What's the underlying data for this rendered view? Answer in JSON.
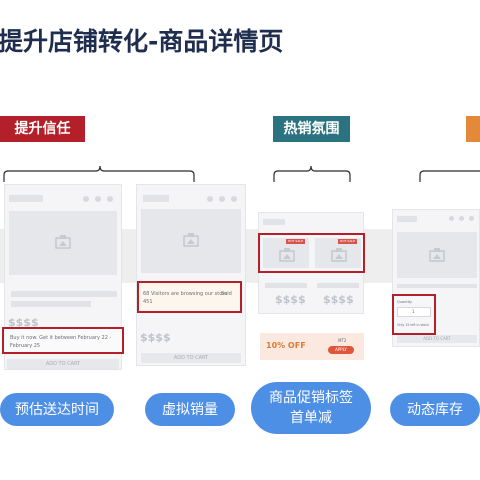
{
  "title": "提升店铺转化-商品详情页",
  "colors": {
    "red": "#b4202a",
    "teal": "#2c7381",
    "orange": "#e28a3a",
    "blue": "#4e8fe6",
    "title": "#1f2d4f"
  },
  "categories": [
    {
      "label": "提升信任"
    },
    {
      "label": "热销氛围"
    },
    {
      "label": ""
    }
  ],
  "mockups": {
    "card1": {
      "price": "$$$$",
      "delivery_text": "Buy it now. Get it between February 22 - February 25",
      "add_to_cart": "ADD TO CART"
    },
    "card2": {
      "visitors_text": "68 Visitors are browsing our store",
      "sold_label": "Sold",
      "sold_count": "451",
      "price": "$$$$",
      "add_to_cart": "ADD TO CART"
    },
    "card3": {
      "hot_badge": "HOT SALE",
      "price": "$$$$",
      "discount": "10% OFF",
      "code": "MT2",
      "apply": "APPLY"
    },
    "card4": {
      "quantity_label": "Quantity",
      "quantity_value": "1",
      "stock_text": "Only 15 left in stock",
      "add_to_cart": "ADD TO CART"
    }
  },
  "features": [
    {
      "label": "预估送达时间"
    },
    {
      "label": "虚拟销量"
    },
    {
      "label": "商品促销标签\n首单减"
    },
    {
      "label": "动态库存"
    }
  ]
}
